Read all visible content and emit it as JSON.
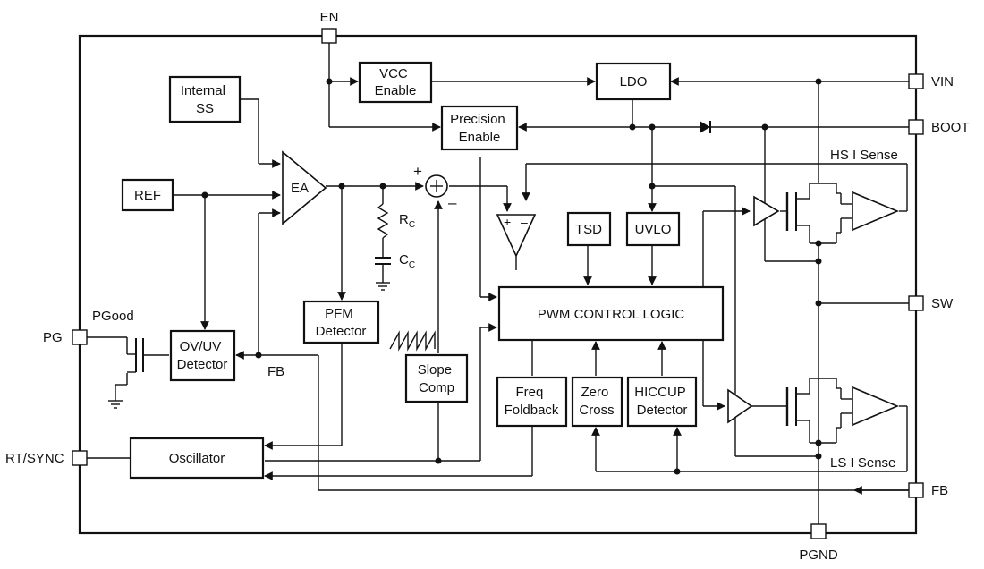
{
  "pins": {
    "en": "EN",
    "vin": "VIN",
    "boot": "BOOT",
    "sw": "SW",
    "fb_right": "FB",
    "pgnd": "PGND",
    "pg": "PG",
    "rtsync": "RT/SYNC"
  },
  "blocks": {
    "vcc_enable": [
      "VCC",
      "Enable"
    ],
    "ldo": "LDO",
    "precision_enable": [
      "Precision",
      "Enable"
    ],
    "internal_ss": [
      "Internal",
      "SS"
    ],
    "ref": "REF",
    "ea": "EA",
    "pfm_detector": [
      "PFM",
      "Detector"
    ],
    "ov_uv_detector": [
      "OV/UV",
      "Detector"
    ],
    "slope_comp": [
      "Slope",
      "Comp"
    ],
    "tsd": "TSD",
    "uvlo": "UVLO",
    "pwm_control_logic": "PWM CONTROL LOGIC",
    "freq_foldback": [
      "Freq",
      "Foldback"
    ],
    "zero_cross": [
      "Zero",
      "Cross"
    ],
    "hiccup_detector": [
      "HICCUP",
      "Detector"
    ],
    "oscillator": "Oscillator"
  },
  "labels": {
    "hs_i_sense": "HS I Sense",
    "ls_i_sense": "LS I Sense",
    "pgood": "PGood",
    "fb_internal": "FB",
    "rc": "R",
    "rc_sub": "C",
    "cc": "C",
    "cc_sub": "C",
    "plus": "+",
    "minus": "–",
    "comp_plus": "+",
    "comp_minus": "–"
  }
}
